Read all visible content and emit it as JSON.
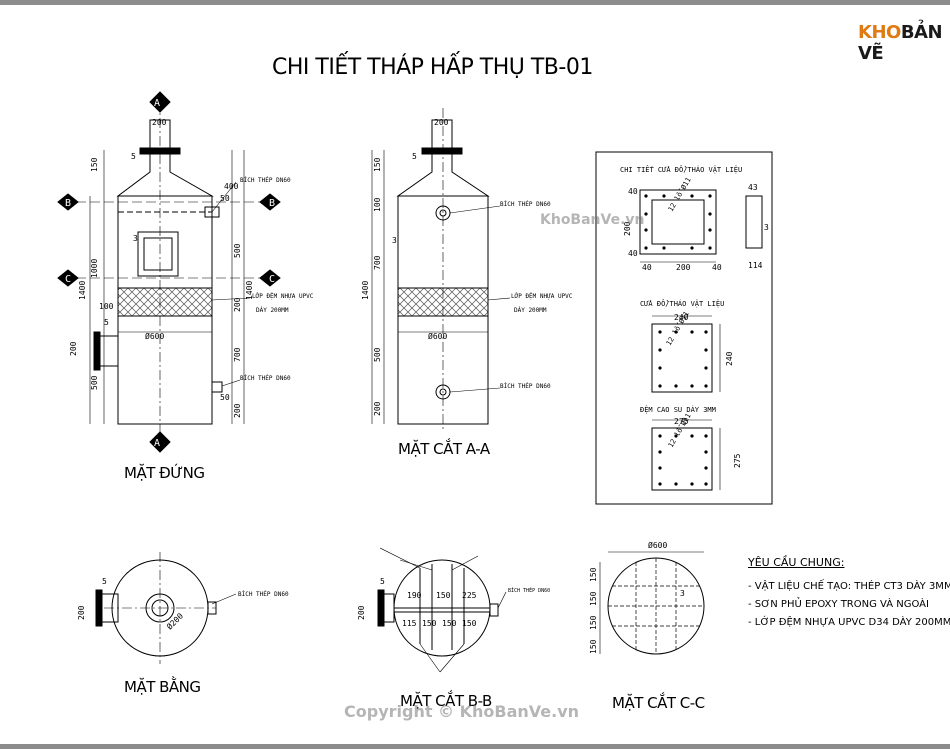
{
  "logo": {
    "part1": "KHO",
    "part2": "BẢN VẼ"
  },
  "title": "CHI TIẾT THÁP HẤP THỤ TB-01",
  "views": {
    "front": "MẶT ĐỨNG",
    "section_aa": "MẶT CẮT A-A",
    "plan": "MẶT BẰNG",
    "section_bb": "MẶT CẮT B-B",
    "section_cc": "MẶT CẮT C-C"
  },
  "markers": {
    "a": "A",
    "b": "B",
    "c": "C"
  },
  "labels": {
    "flange": "BÍCH THÉP DN60",
    "packing_1": "LỚP ĐỆM NHỰA UPVC",
    "packing_2": "DÀY 200MM",
    "door_detail": "CHI TIẾT CỬA ĐỔ/THÁO VẬT LIỆU",
    "door": "CỬA ĐỔ/THÁO VẬT LIỆU",
    "gasket": "ĐỆM CAO SU DÀY 3MM",
    "bolts": "12 lỗ Ø11"
  },
  "dims": {
    "d200": "200",
    "d150": "150",
    "d5": "5",
    "d400": "400",
    "d50": "50",
    "d3": "3",
    "d1000": "1000",
    "d1400": "1400",
    "d100": "100",
    "d500": "500",
    "d600": "Ø600",
    "d700": "700",
    "d240": "240",
    "d43": "43",
    "d114": "114",
    "d275": "275",
    "d40": "40",
    "d190": "190",
    "d225": "225",
    "d115": "115",
    "d1400b": "1400",
    "dr": "Ø200"
  },
  "notes": {
    "heading": "YÊU CẦU CHUNG:",
    "items": [
      "- VẬT LIỆU CHẾ TẠO: THÉP CT3 DÀY 3MM",
      "- SƠN PHỦ EPOXY TRONG VÀ NGOÀI",
      "- LỚP ĐỆM NHỰA UPVC D34 DÀY 200MM"
    ]
  },
  "watermarks": {
    "center": "KhoBanVe.vn",
    "copyright": "Copyright © KhoBanVe.vn"
  }
}
